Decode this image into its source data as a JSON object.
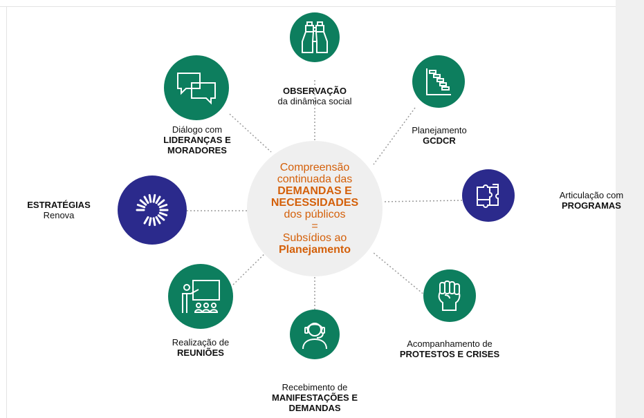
{
  "center": {
    "line1": "Compreensão",
    "line2": "continuada das",
    "line3": "DEMANDAS E",
    "line4": "NECESSIDADES",
    "line5": "dos públicos",
    "line6": "=",
    "line7": "Subsídios ao",
    "line8": "Planejamento"
  },
  "nodes": {
    "observacao": {
      "bold": "OBSERVAÇÃO",
      "regular": "da dinâmica social",
      "icon": "binoculars-icon"
    },
    "planejamento": {
      "regular": "Planejamento",
      "bold": "GCDCR",
      "icon": "gantt-chart-icon"
    },
    "articulacao": {
      "regular": "Articulação com",
      "bold": "PROGRAMAS",
      "icon": "puzzle-icon"
    },
    "acompanhamento": {
      "regular": "Acompanhamento de",
      "bold": "PROTESTOS E CRISES",
      "icon": "raised-fist-icon"
    },
    "recebimento": {
      "regular": "Recebimento de",
      "bold1": "MANIFESTAÇÕES E",
      "bold2": "DEMANDAS",
      "icon": "headset-icon"
    },
    "reunioes": {
      "regular": "Realização de",
      "bold": "REUNIÕES",
      "icon": "presentation-icon"
    },
    "estrategias": {
      "bold": "ESTRATÉGIAS",
      "regular": "Renova",
      "icon": "renova-logo-icon"
    },
    "dialogo": {
      "regular": "Diálogo com",
      "bold1": "LIDERANÇAS E",
      "bold2": "MORADORES",
      "icon": "speech-bubbles-icon"
    }
  },
  "colors": {
    "green": "#0d7e5e",
    "navy": "#2b2a8c",
    "accent": "#d4600a",
    "center_bg": "#efefef"
  }
}
